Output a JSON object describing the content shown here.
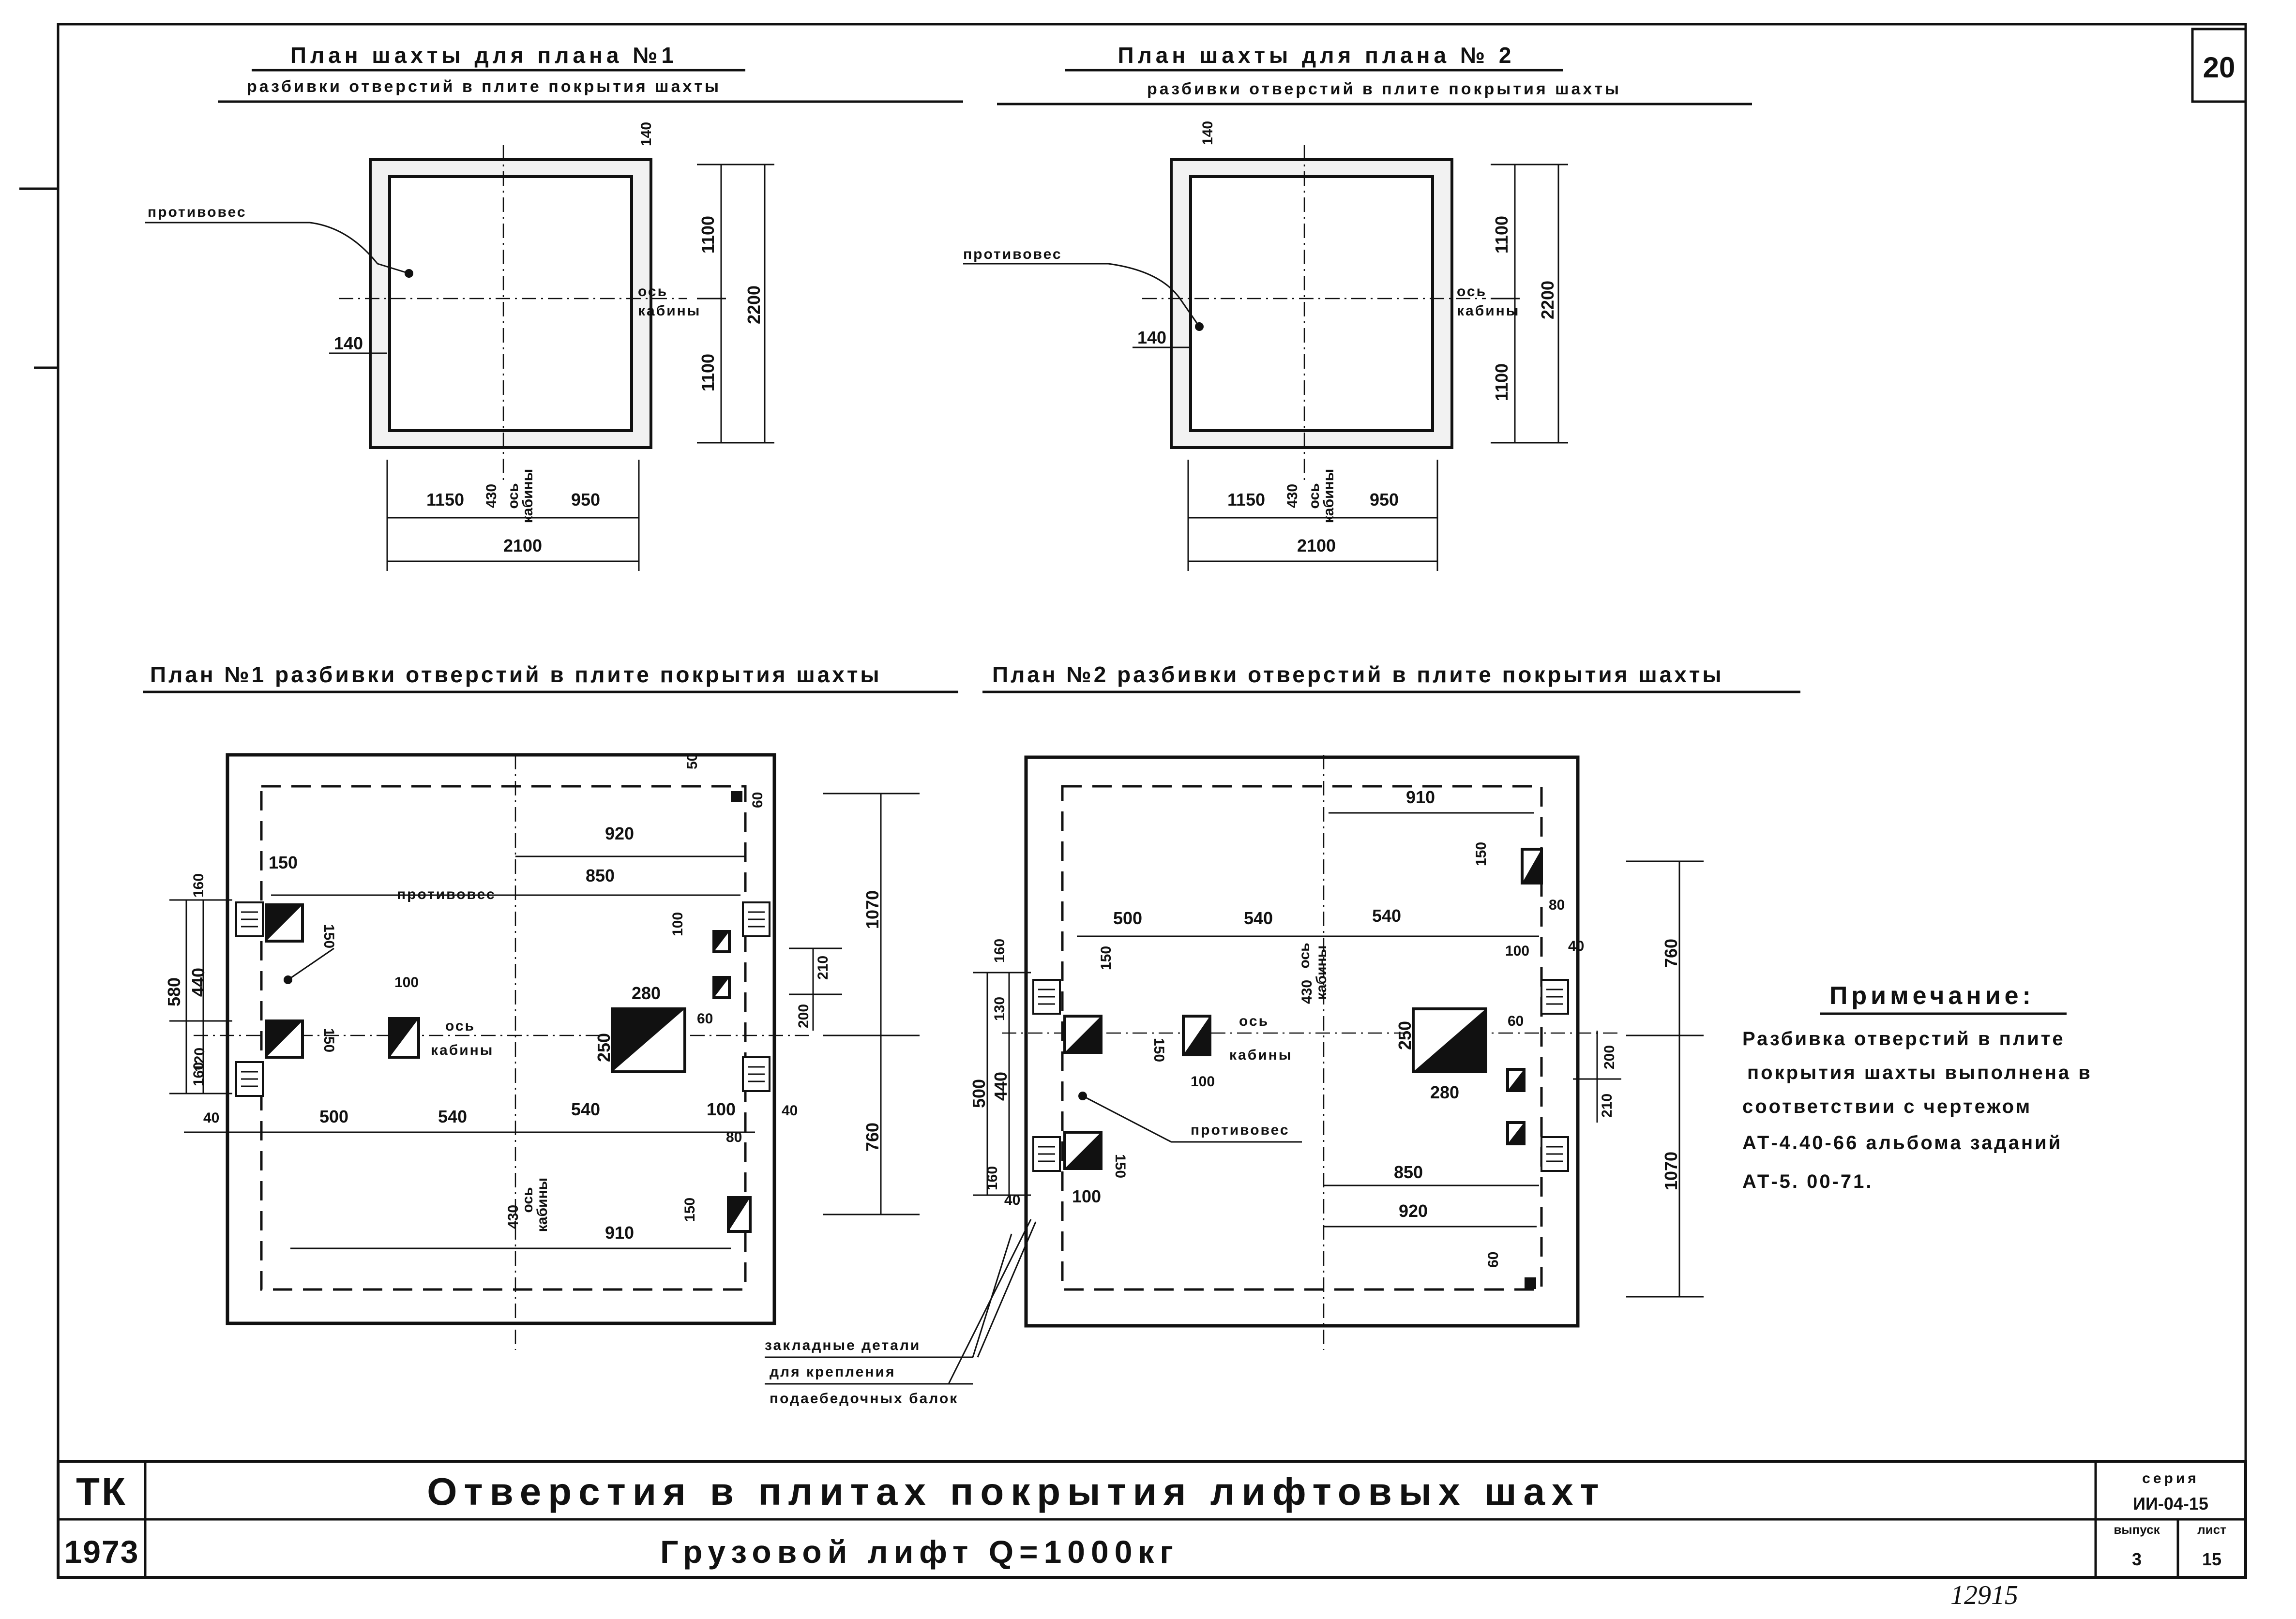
{
  "sheet_number": "20",
  "top_left": {
    "title": "План шахты для плана №1",
    "subtitle": "разбивки отверстий в плите покрытия шахты",
    "counterweight": "противовес",
    "axis": "ось",
    "cabin": "кабины",
    "dims": {
      "w140a": "140",
      "w140b": "140",
      "d1100a": "1100",
      "d1100b": "1100",
      "d2200": "2200",
      "d1150": "1150",
      "d950": "950",
      "d2100": "2100",
      "d430": "430"
    }
  },
  "top_right": {
    "title": "План шахты для плана № 2",
    "subtitle": "разбивки отверстий в плите покрытия шахты",
    "counterweight": "противовес",
    "axis": "ось",
    "cabin": "кабины",
    "dims": {
      "w140a": "140",
      "w140b": "140",
      "d1100a": "1100",
      "d1100b": "1100",
      "d2200": "2200",
      "d1150": "1150",
      "d950": "950",
      "d2100": "2100",
      "d430": "430"
    }
  },
  "plan1": {
    "title": "План №1 разбивки отверстий в плите покрытия шахты",
    "counterweight": "противовес",
    "axis": "ось",
    "cabin": "кабины",
    "dims": {
      "d50": "50",
      "d60": "60",
      "d920": "920",
      "d850": "850",
      "d150a": "150",
      "d150b": "150",
      "d150c": "150",
      "d150d": "150",
      "d160a": "160",
      "d160b": "160",
      "d440": "440",
      "d580": "580",
      "d120": "120",
      "d100a": "100",
      "d100b": "100",
      "d100c": "100",
      "d280": "280",
      "d250": "250",
      "d60b": "60",
      "d210": "210",
      "d200": "200",
      "d1070": "1070",
      "d760": "760",
      "d40a": "40",
      "d40b": "40",
      "d500": "500",
      "d540a": "540",
      "d540b": "540",
      "d80": "80",
      "d910": "910",
      "d430": "430"
    }
  },
  "plan2": {
    "title": "План №2 разбивки отверстий в плите покрытия шахты",
    "counterweight": "противовес",
    "axis": "ось",
    "cabin": "кабины",
    "dims": {
      "d910": "910",
      "d150a": "150",
      "d150b": "150",
      "d150c": "150",
      "d150d": "150",
      "d80": "80",
      "d500a": "500",
      "d540a": "540",
      "d540b": "540",
      "d100a": "100",
      "d100b": "100",
      "d100c": "100",
      "d40a": "40",
      "d40b": "40",
      "d760": "760",
      "d160a": "160",
      "d160b": "160",
      "d130": "130",
      "d440": "440",
      "d500b": "500",
      "d250": "250",
      "d280": "280",
      "d60a": "60",
      "d60b": "60",
      "d200": "200",
      "d210": "210",
      "d1070": "1070",
      "d850": "850",
      "d920": "920",
      "d430": "430"
    }
  },
  "embedded_parts_label": [
    "закладные детали",
    "для крепления",
    "подаебедочных балок"
  ],
  "note": {
    "heading": "Примечание:",
    "lines": [
      "Разбивка отверстий в плите",
      "покрытия шахты выполнена в",
      "соответствии с чертежом",
      "АТ-4.40-66 альбома заданий",
      "АТ-5. 00-71."
    ]
  },
  "title_block": {
    "tk": "ТК",
    "year": "1973",
    "main_title": "Отверстия в плитах покрытия лифтовых шахт",
    "sub_title": "Грузовой лифт Q=1000кг",
    "series_label": "серия",
    "series_value": "ИИ-04-15",
    "issue_label": "выпуск",
    "issue_value": "3",
    "sheet_label": "лист",
    "sheet_value": "15"
  },
  "stamp_number": "12915"
}
